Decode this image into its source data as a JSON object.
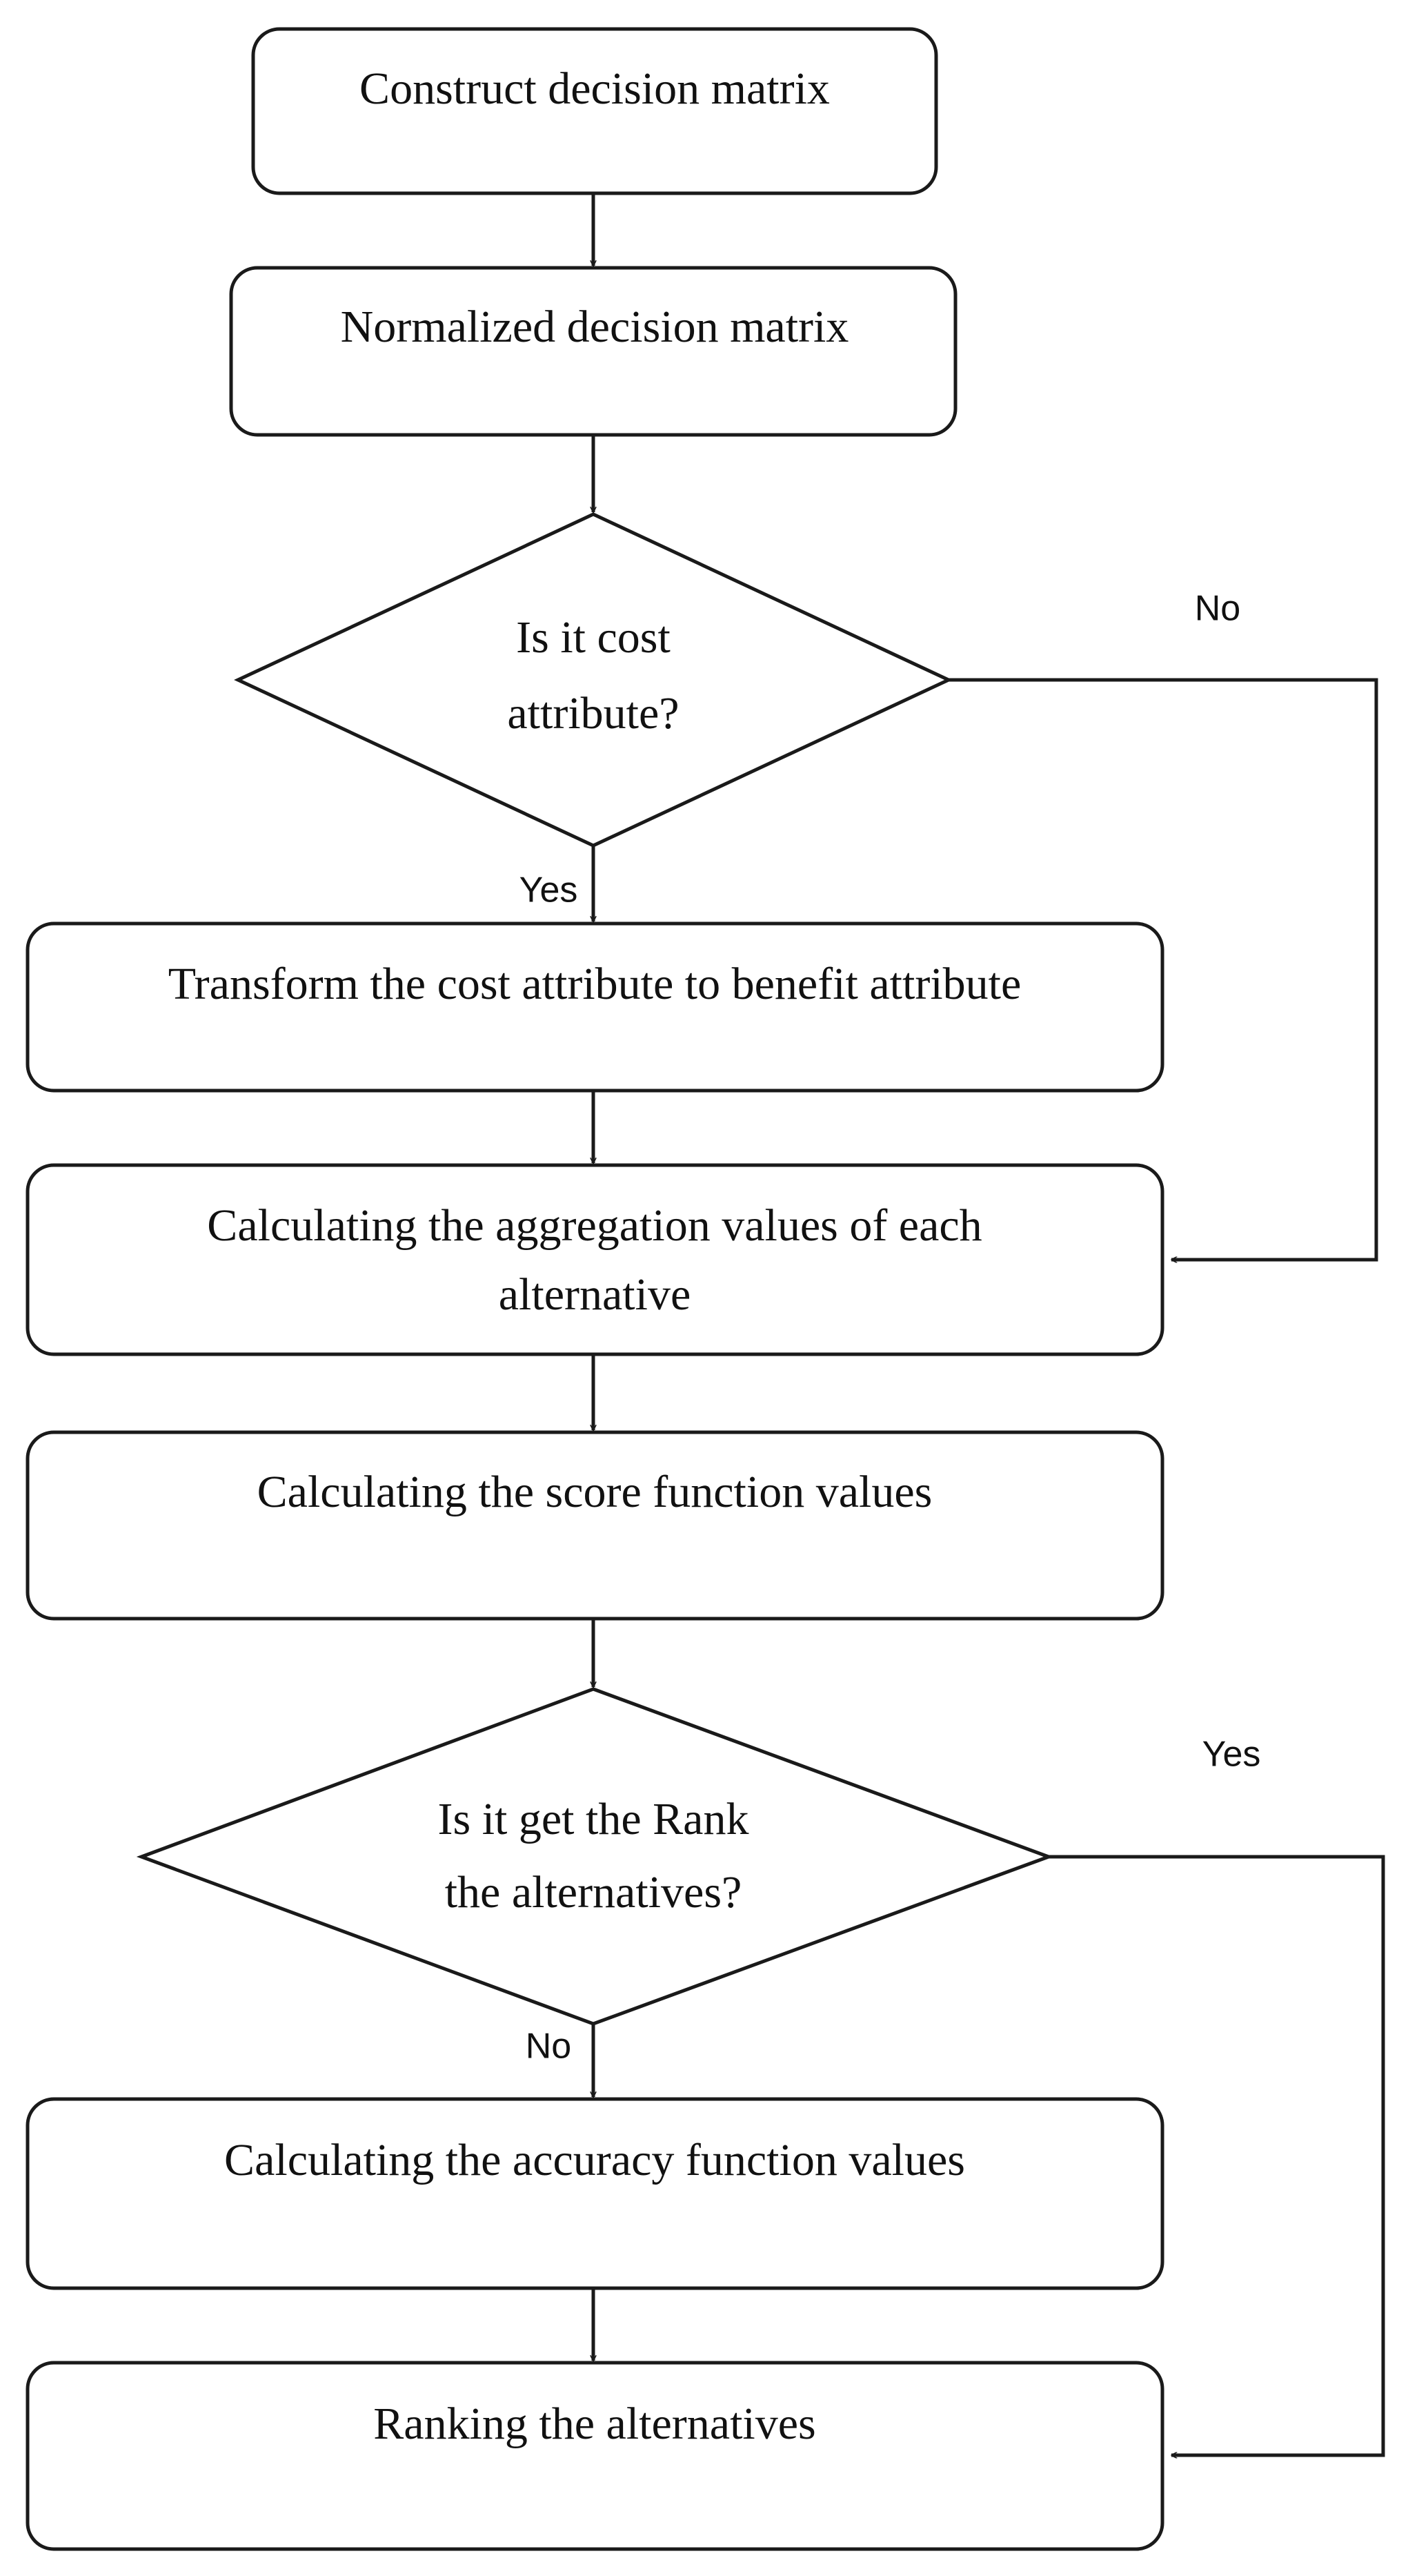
{
  "nodes": {
    "construct": "Construct decision matrix",
    "normalized": "Normalized decision matrix",
    "cost_check": [
      "Is it cost",
      "attribute?"
    ],
    "transform": "Transform the cost attribute to benefit attribute",
    "aggregation": [
      "Calculating the aggregation values of each",
      "alternative"
    ],
    "score": "Calculating the score function values",
    "rank_check": [
      "Is it get the Rank",
      "the alternatives?"
    ],
    "accuracy": "Calculating the accuracy function values",
    "ranking": "Ranking the alternatives"
  },
  "branch_labels": {
    "cost_no": "No",
    "cost_yes": "Yes",
    "rank_yes": "Yes",
    "rank_no": "No"
  },
  "colors": {
    "stroke": "#1a1a1a",
    "text": "#111111",
    "background": "#ffffff"
  }
}
